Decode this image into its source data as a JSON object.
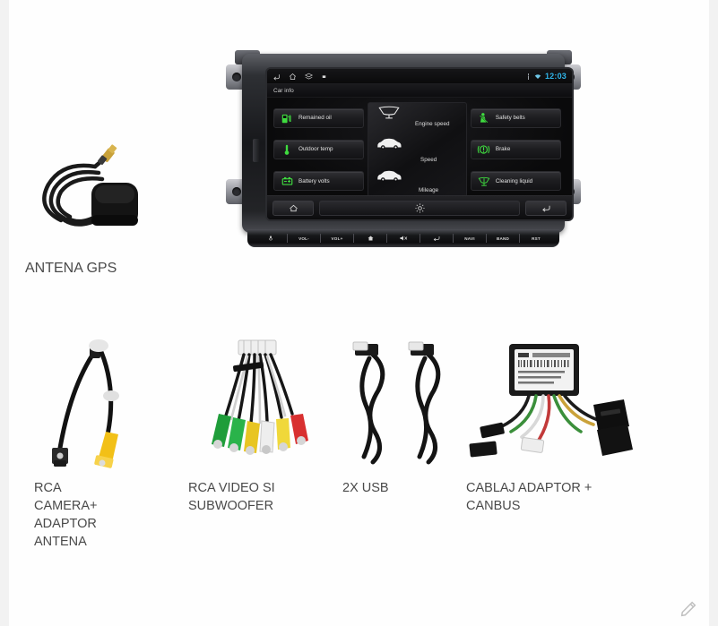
{
  "head_unit": {
    "status_bar": {
      "clock": "12:03",
      "nav_back_icon": "back-icon",
      "nav_home_icon": "home-icon",
      "nav_recents_icon": "recents-icon",
      "nav_screenshot_icon": "screenshot-icon",
      "signal_icon": "signal-icon",
      "wifi_icon": "wifi-icon",
      "clock_color": "#2fb4e8"
    },
    "title_bar": {
      "title": "Car info"
    },
    "left_tiles": [
      {
        "label": "Remained oil",
        "icon": "fuel-pump-icon",
        "color": "#3fdb3f"
      },
      {
        "label": "Outdoor temp",
        "icon": "thermometer-icon",
        "color": "#3fdb3f"
      },
      {
        "label": "Battery volts",
        "icon": "battery-icon",
        "color": "#3fdb3f"
      }
    ],
    "right_tiles": [
      {
        "label": "Safety belts",
        "icon": "seatbelt-icon",
        "color": "#3fdb3f"
      },
      {
        "label": "Brake",
        "icon": "brake-warning-icon",
        "color": "#3fdb3f"
      },
      {
        "label": "Cleaning liquid",
        "icon": "washer-fluid-icon",
        "color": "#3fdb3f"
      }
    ],
    "center_items": [
      {
        "label": "Engine speed",
        "icon": "wiper-icon"
      },
      {
        "label": "Speed",
        "icon": "car-icon"
      },
      {
        "label": "Mileage",
        "icon": "car-icon"
      }
    ],
    "dock": {
      "home_icon": "home-icon",
      "settings_icon": "gear-icon",
      "back_icon": "back-arrow-icon"
    },
    "hardware_keys": [
      {
        "label": "MIC",
        "icon": "mic-icon"
      },
      {
        "label": "VOL-",
        "icon": ""
      },
      {
        "label": "VOL+",
        "icon": ""
      },
      {
        "label": "",
        "icon": "home-key-icon"
      },
      {
        "label": "",
        "icon": "mute-icon"
      },
      {
        "label": "",
        "icon": "back-key-icon"
      },
      {
        "label": "NAVI",
        "icon": ""
      },
      {
        "label": "BAND",
        "icon": ""
      },
      {
        "label": "RST",
        "icon": ""
      }
    ]
  },
  "products": [
    {
      "id": "gps",
      "caption": "ANTENA GPS",
      "art": "gps-antenna-photo"
    },
    {
      "id": "rca-cam",
      "caption": "RCA\nCAMERA+\nADAPTOR\nANTENA",
      "art": "rca-camera-adaptor-photo"
    },
    {
      "id": "rca-video",
      "caption": "RCA VIDEO SI\nSUBWOOFER",
      "art": "rca-video-subwoofer-harness-photo"
    },
    {
      "id": "usb",
      "caption": "2X USB",
      "art": "usb-cables-photo"
    },
    {
      "id": "canbus",
      "caption": "CABLAJ ADAPTOR +\nCANBUS",
      "art": "canbus-adaptor-photo"
    }
  ],
  "watermark": {
    "icon": "pencil-icon"
  }
}
